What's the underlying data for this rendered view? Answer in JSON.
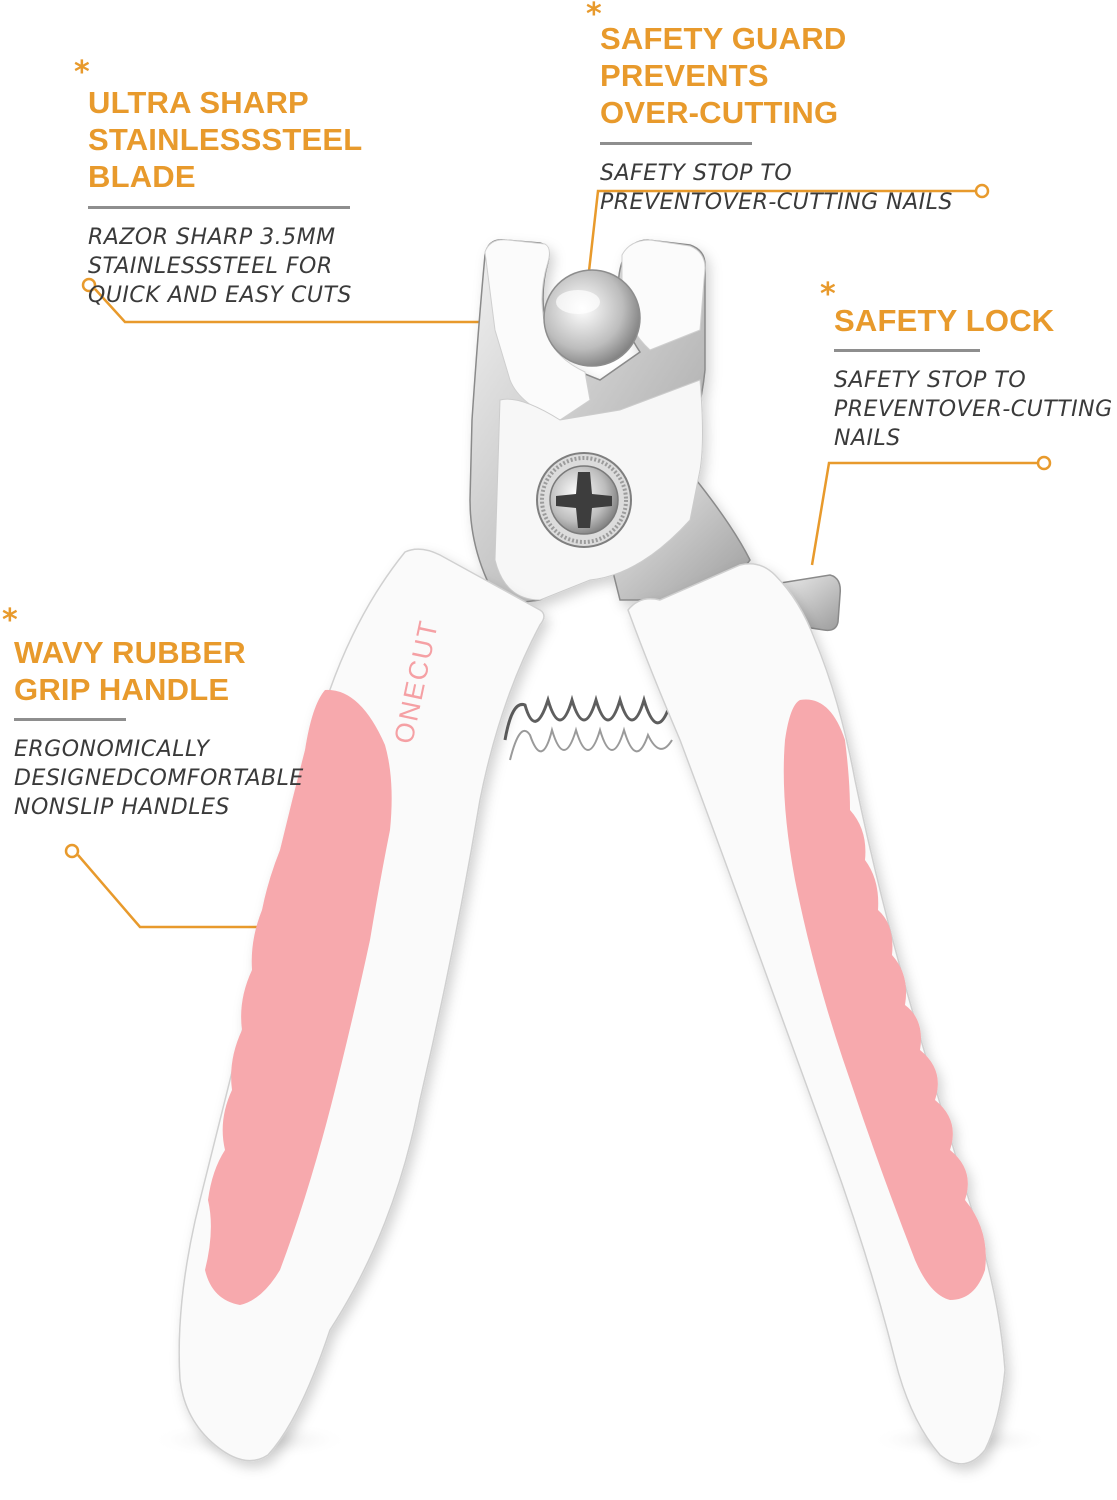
{
  "brand": {
    "logo_text": "ONECUT",
    "accent_color": "#e89a2c",
    "handle_color": "#f7a9ad",
    "rule_color": "#8e8e8e"
  },
  "callouts": {
    "blade": {
      "marker": "*",
      "title": "ULTRA SHARP\nSTAINLESSSTEEL BLADE",
      "description": "RAZOR SHARP 3.5MM\nSTAINLESSSTEEL FOR\nQUICK AND EASY CUTS"
    },
    "guard": {
      "marker": "*",
      "title": "SAFETY GUARD PREVENTS\nOVER-CUTTING",
      "description": "SAFETY STOP TO\nPREVENTOVER-CUTTING NAILS"
    },
    "lock": {
      "marker": "*",
      "title": "SAFETY LOCK",
      "description": "SAFETY STOP TO\nPREVENTOVER-CUTTING\nNAILS"
    },
    "grip": {
      "marker": "*",
      "title": "WAVY RUBBER\nGRIP HANDLE",
      "description": "ERGONOMICALLY\nDESIGNEDCOMFORTABLE\nNONSLIP HANDLES"
    }
  }
}
